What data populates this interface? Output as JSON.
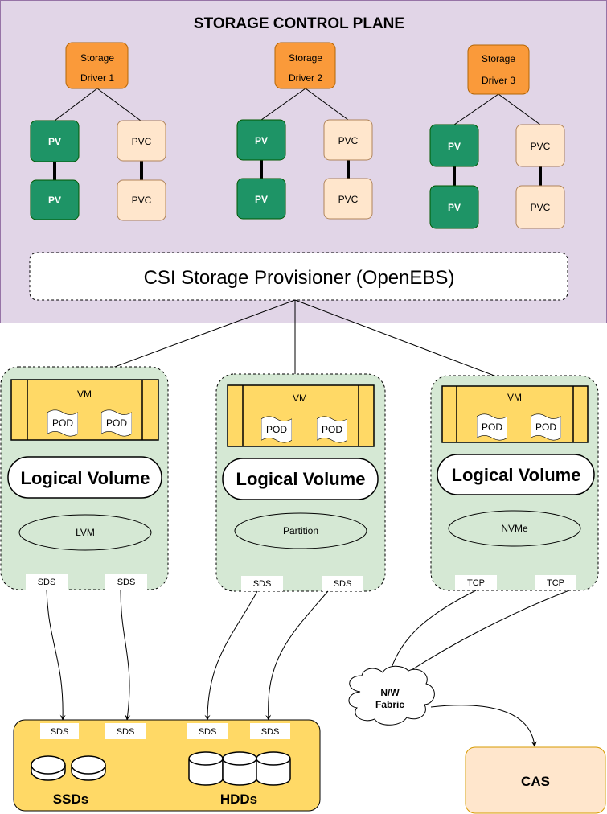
{
  "control_plane": {
    "title": "STORAGE CONTROL PLANE"
  },
  "drivers": [
    {
      "line1": "Storage",
      "line2": "Driver 1",
      "pv": [
        "PV",
        "PV"
      ],
      "pvc": [
        "PVC",
        "PVC"
      ]
    },
    {
      "line1": "Storage",
      "line2": "Driver 2",
      "pv": [
        "PV",
        "PV"
      ],
      "pvc": [
        "PVC",
        "PVC"
      ]
    },
    {
      "line1": "Storage",
      "line2": "Driver 3",
      "pv": [
        "PV",
        "PV"
      ],
      "pvc": [
        "PVC",
        "PVC"
      ]
    }
  ],
  "provisioner": {
    "label": "CSI Storage Provisioner (OpenEBS)"
  },
  "nodes": [
    {
      "vm": "VM",
      "pods": [
        "POD",
        "POD"
      ],
      "logical_volume": "Logical Volume",
      "volume_type": "LVM",
      "ports": [
        "SDS",
        "SDS"
      ]
    },
    {
      "vm": "VM",
      "pods": [
        "POD",
        "POD"
      ],
      "logical_volume": "Logical Volume",
      "volume_type": "Partition",
      "ports": [
        "SDS",
        "SDS"
      ]
    },
    {
      "vm": "VM",
      "pods": [
        "POD",
        "POD"
      ],
      "logical_volume": "Logical Volume",
      "volume_type": "NVMe",
      "ports": [
        "TCP",
        "TCP"
      ]
    }
  ],
  "storage_pool": {
    "ports": [
      "SDS",
      "SDS",
      "SDS",
      "SDS"
    ],
    "ssd_label": "SSDs",
    "hdd_label": "HDDs"
  },
  "fabric": {
    "line1": "N/W",
    "line2": "Fabric"
  },
  "cas": {
    "label": "CAS"
  },
  "colors": {
    "control_plane_bg": "#e1d5e7",
    "driver": "#fa9a3a",
    "pv": "#1e9466",
    "pvc": "#ffe6cc",
    "node_bg": "#d5e8d4",
    "vm": "#ffd966",
    "pool": "#ffd966"
  }
}
